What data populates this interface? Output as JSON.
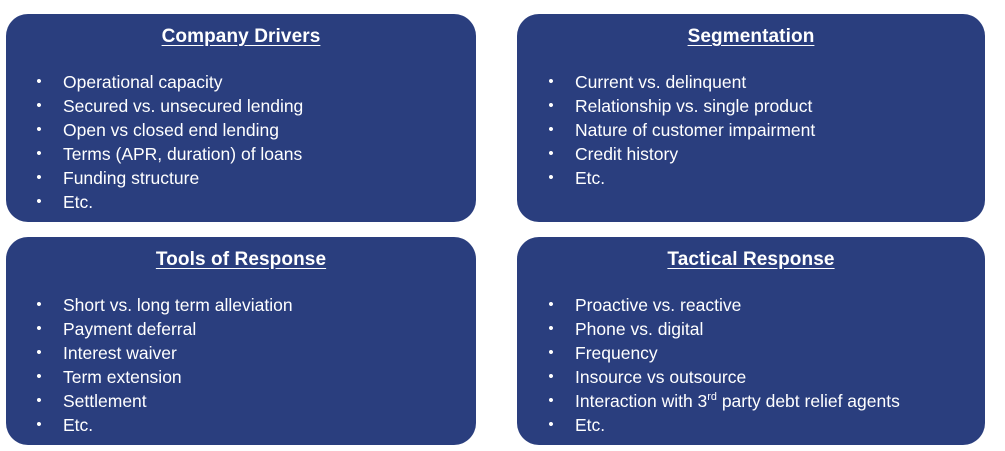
{
  "background_color": "#FFFFFF",
  "panel_color": "#2A3E7E",
  "text_color": "#FFFFFF",
  "bullet_glyph": "•",
  "panels": [
    {
      "id": "company-drivers",
      "title": "Company Drivers",
      "position": "top-left",
      "items": [
        "Operational capacity",
        "Secured vs. unsecured lending",
        "Open vs closed end lending",
        "Terms (APR, duration) of loans",
        "Funding structure",
        "Etc."
      ]
    },
    {
      "id": "segmentation",
      "title": "Segmentation",
      "position": "top-right",
      "items": [
        "Current vs. delinquent",
        "Relationship vs. single product",
        "Nature of customer impairment",
        "Credit history",
        "Etc."
      ]
    },
    {
      "id": "tools-of-response",
      "title": "Tools of Response",
      "position": "bottom-left",
      "items": [
        "Short vs. long term alleviation",
        "Payment deferral",
        "Interest waiver",
        "Term extension",
        "Settlement",
        "Etc."
      ]
    },
    {
      "id": "tactical-response",
      "title": "Tactical Response",
      "position": "bottom-right",
      "items": [
        "Proactive vs. reactive",
        "Phone vs. digital",
        "Frequency",
        "Insource vs outsource",
        "Interaction with 3rd party debt relief agents",
        "Etc."
      ],
      "items_rich": [
        null,
        null,
        null,
        null,
        "Interaction with 3<sup>rd</sup> party debt relief agents",
        null
      ]
    }
  ]
}
